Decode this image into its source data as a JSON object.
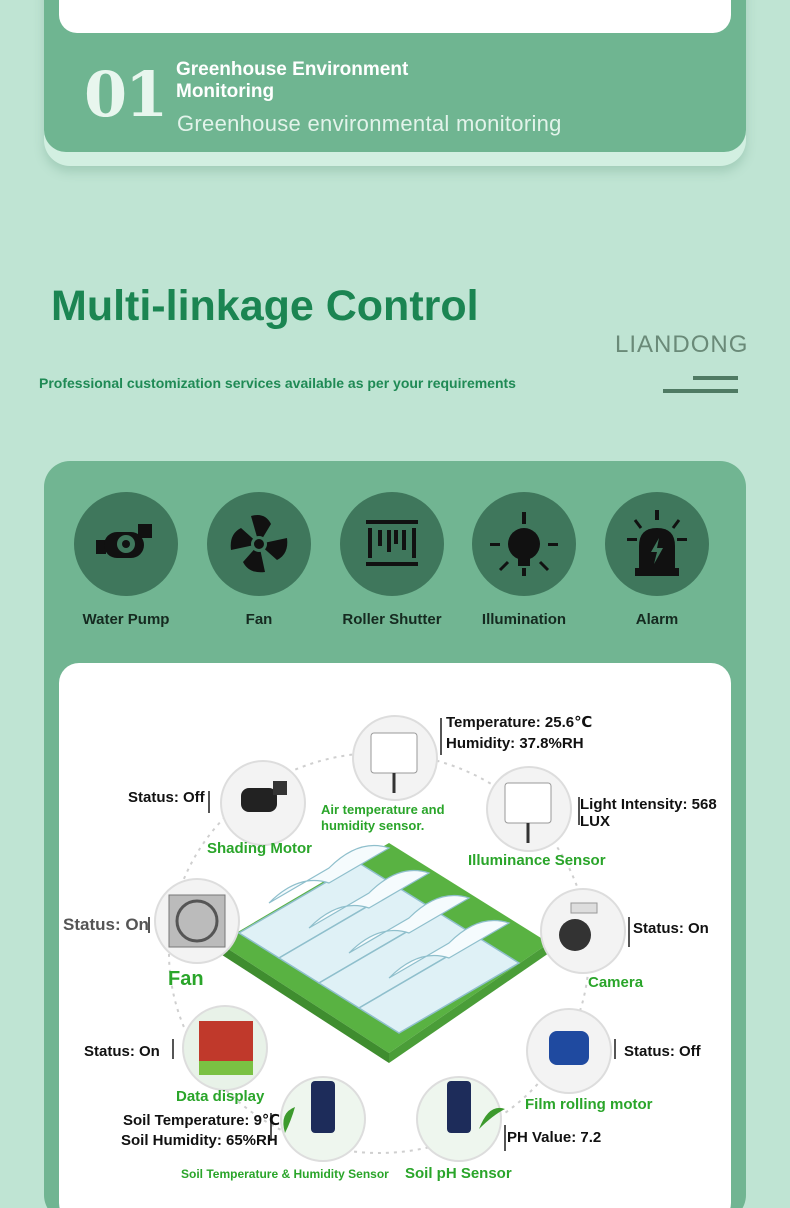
{
  "top": {
    "number": "01",
    "title": "Greenhouse Environment Monitoring",
    "subtitle": "Greenhouse environmental monitoring"
  },
  "heading": {
    "title": "Multi-linkage Control",
    "subtitle": "Professional customization services available as per your requirements",
    "side_label": "LIANDONG"
  },
  "devices": [
    {
      "label": "Water Pump",
      "icon": "water-pump-icon"
    },
    {
      "label": "Fan",
      "icon": "fan-icon"
    },
    {
      "label": "Roller Shutter",
      "icon": "roller-shutter-icon"
    },
    {
      "label": "Illumination",
      "icon": "light-bulb-icon"
    },
    {
      "label": "Alarm",
      "icon": "alarm-icon"
    }
  ],
  "diagram": {
    "air_sensor": {
      "name": "Air temperature and humidity sensor.",
      "temperature": "Temperature: 25.6℃",
      "humidity": "Humidity: 37.8%RH"
    },
    "shading_motor": {
      "name": "Shading Motor",
      "status": "Status: Off"
    },
    "illuminance": {
      "name": "Illuminance Sensor",
      "value": "Light Intensity: 568 LUX"
    },
    "fan": {
      "name": "Fan",
      "status": "Status: On"
    },
    "camera": {
      "name": "Camera",
      "status": "Status: On"
    },
    "data_display": {
      "name": "Data display",
      "status": "Status: On"
    },
    "film_motor": {
      "name": "Film rolling motor",
      "status": "Status: Off"
    },
    "soil_th": {
      "name": "Soil Temperature & Humidity Sensor",
      "temperature": "Soil Temperature: 9℃",
      "humidity": "Soil Humidity: 65%RH"
    },
    "soil_ph": {
      "name": "Soil pH Sensor",
      "value": "PH Value: 7.2"
    }
  },
  "colors": {
    "background": "#bfe4d3",
    "panel": "#71b592",
    "icon_circle": "#3f775c",
    "heading_green": "#1b8552",
    "label_green": "#2aa52a"
  }
}
